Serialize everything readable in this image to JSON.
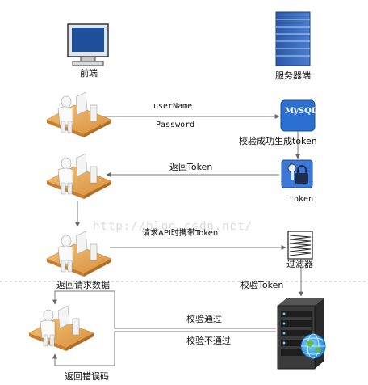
{
  "client": {
    "label": "前端"
  },
  "server": {
    "label": "服务器端"
  },
  "step1": {
    "username": "userName",
    "password": "Password",
    "mysql_text": "MySQL",
    "result": "校验成功生成token"
  },
  "step2": {
    "return_token": "返回Token",
    "token_label": "token"
  },
  "step3": {
    "request": "请求API时携带Token",
    "filter": "过滤器",
    "return_data": "返回请求数据",
    "check_token": "校验Token"
  },
  "step4": {
    "pass": "校验通过",
    "fail": "校验不通过",
    "error": "返回错误码"
  },
  "watermark": "http://blog.csdn.net/",
  "colors": {
    "monitor_blue": "#1e4f9a",
    "server_blue": "#3565b5",
    "mysql_blue": "#2b6fd0",
    "desk_orange": "#e8a85a",
    "line_gray": "#777777",
    "dashed_gray": "#bbbbbb"
  }
}
